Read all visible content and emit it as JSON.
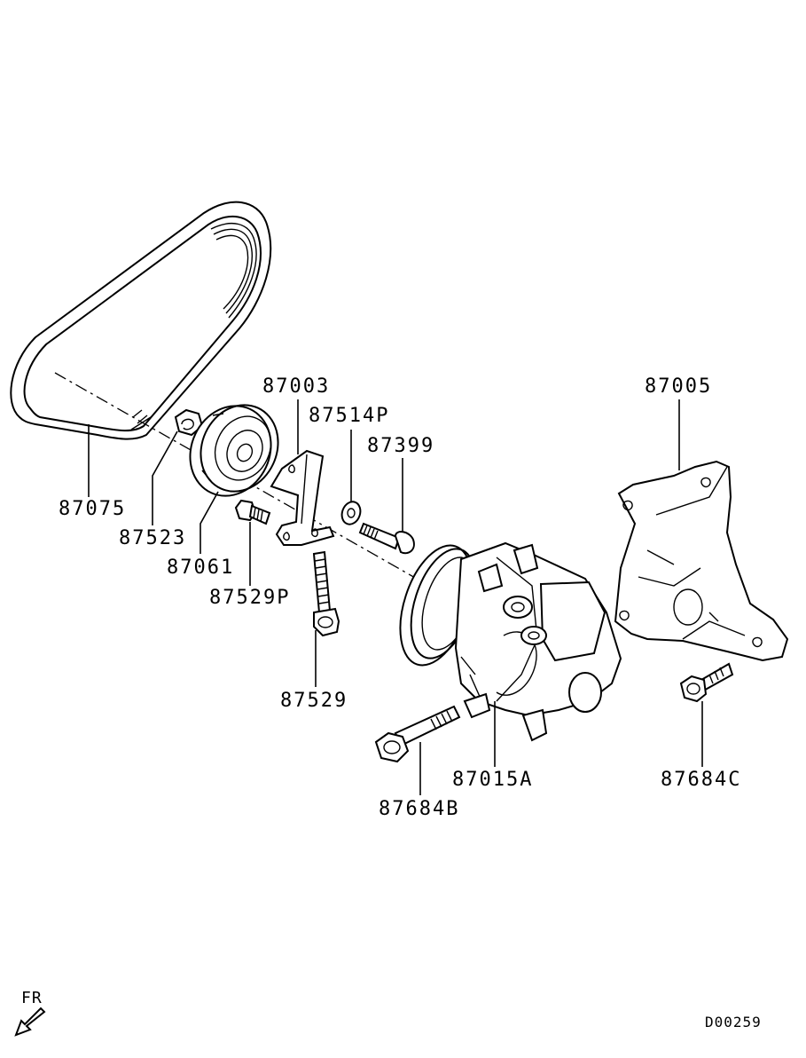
{
  "diagram": {
    "labels": {
      "belt": "87075",
      "flange_nut": "87523",
      "idler_pulley": "87061",
      "pulley_bolt": "87529P",
      "bracket": "87003",
      "washer": "87514P",
      "stud_bolt": "87399",
      "long_bolt": "87529",
      "compressor": "87015A",
      "compressor_bolt": "87684B",
      "mount_bracket": "87005",
      "bracket_bolt": "87684C"
    },
    "direction_indicator": "FR",
    "diagram_code": "D00259"
  }
}
